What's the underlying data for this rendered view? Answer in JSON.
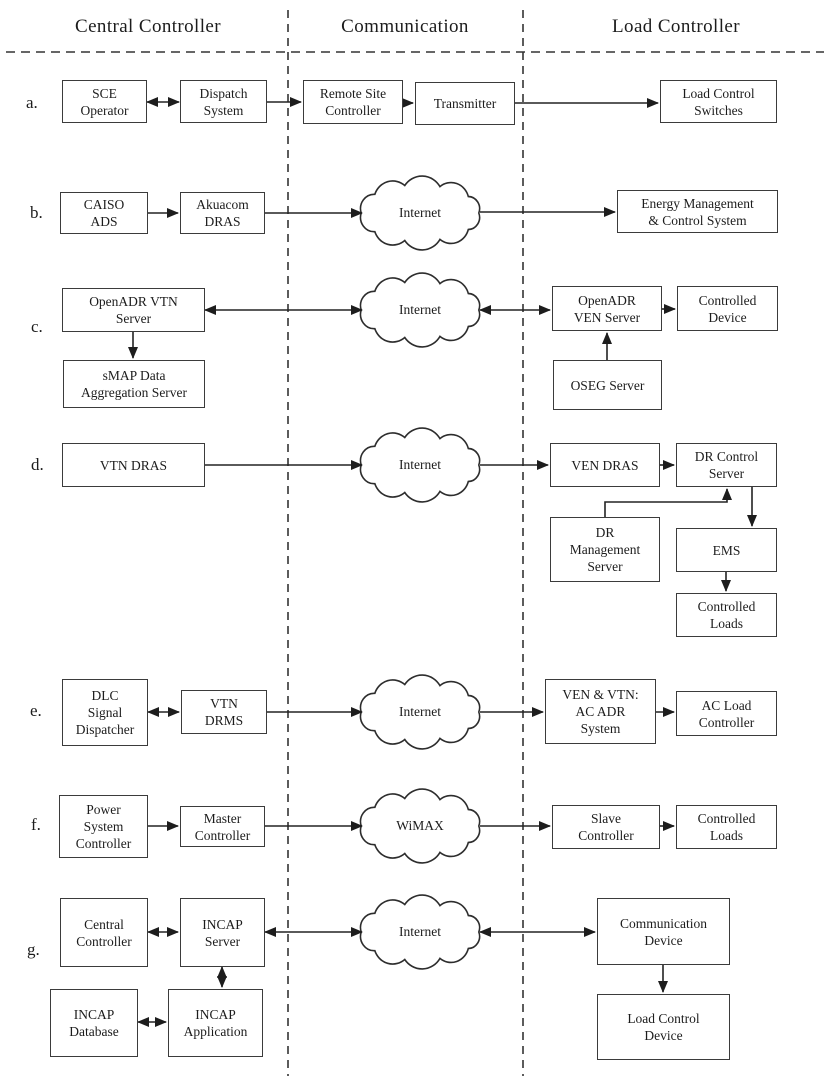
{
  "diagram": {
    "title_columns": [
      "Central Controller",
      "Communication",
      "Load Controller"
    ],
    "columns": [
      {
        "label": "Central Controller"
      },
      {
        "label": "Communication"
      },
      {
        "label": "Load Controller"
      }
    ],
    "colors": {
      "line": "#232323",
      "box_border": "#3b3b3b",
      "background": "#ffffff",
      "text": "#1c1c1c"
    },
    "rows": {
      "a": {
        "label": "a.",
        "boxes": {
          "sce_operator": "SCE\nOperator",
          "dispatch_system": "Dispatch\nSystem",
          "remote_site_controller": "Remote Site\nController",
          "transmitter": "Transmitter",
          "load_control_switches": "Load Control\nSwitches"
        }
      },
      "b": {
        "label": "b.",
        "cloud": "Internet",
        "boxes": {
          "caiso_ads": "CAISO\nADS",
          "akuacom_dras": "Akuacom\nDRAS",
          "energy_mgmt_control_system": "Energy Management\n& Control System"
        }
      },
      "c": {
        "label": "c.",
        "cloud": "Internet",
        "boxes": {
          "openadr_vtn_server": "OpenADR VTN\nServer",
          "smap_data_aggregation_server": "sMAP Data\nAggregation Server",
          "openadr_ven_server": "OpenADR\nVEN Server",
          "controlled_device": "Controlled\nDevice",
          "oseg_server": "OSEG Server"
        }
      },
      "d": {
        "label": "d.",
        "cloud": "Internet",
        "boxes": {
          "vtn_dras": "VTN DRAS",
          "ven_dras": "VEN DRAS",
          "dr_control_server": "DR Control\nServer",
          "dr_management_server": "DR\nManagement\nServer",
          "ems": "EMS",
          "controlled_loads": "Controlled\nLoads"
        }
      },
      "e": {
        "label": "e.",
        "cloud": "Internet",
        "boxes": {
          "dlc_signal_dispatcher": "DLC\nSignal\nDispatcher",
          "vtn_drms": "VTN\nDRMS",
          "ven_vtn_ac_adr_system": "VEN & VTN:\nAC ADR\nSystem",
          "ac_load_controller": "AC Load\nController"
        }
      },
      "f": {
        "label": "f.",
        "cloud": "WiMAX",
        "boxes": {
          "power_system_controller": "Power\nSystem\nController",
          "master_controller": "Master\nController",
          "slave_controller": "Slave\nController",
          "controlled_loads": "Controlled\nLoads"
        }
      },
      "g": {
        "label": "g.",
        "cloud": "Internet",
        "boxes": {
          "central_controller": "Central\nController",
          "incap_server": "INCAP\nServer",
          "incap_database": "INCAP\nDatabase",
          "incap_application": "INCAP\nApplication",
          "communication_device": "Communication\nDevice",
          "load_control_device": "Load Control\nDevice"
        }
      }
    }
  }
}
